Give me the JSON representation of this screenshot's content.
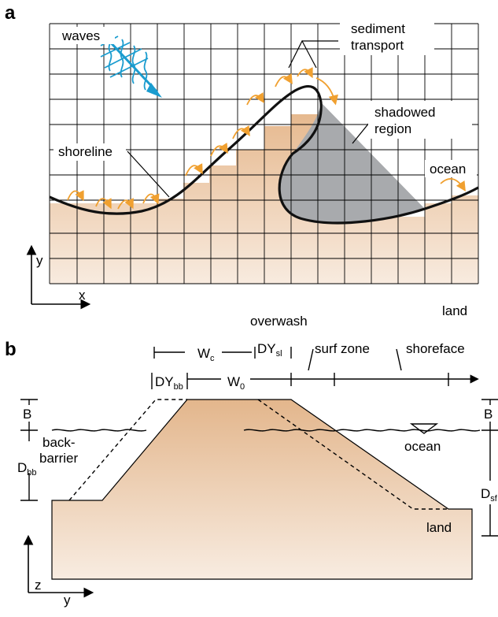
{
  "panel_a": {
    "label": "a",
    "waves": "waves",
    "sediment_line1": "sediment",
    "sediment_line2": "transport",
    "shadowed_line1": "shadowed",
    "shadowed_line2": "region",
    "shoreline": "shoreline",
    "ocean": "ocean",
    "axis_y": "y",
    "axis_x": "x",
    "land": "land"
  },
  "overwash": "overwash",
  "panel_b": {
    "label": "b",
    "wc_main": "W",
    "wc_sub": "c",
    "dysl_main": "DY",
    "dysl_sub": "sl",
    "surf_zone": "surf zone",
    "shoreface": "shoreface",
    "dybb_main": "DY",
    "dybb_sub": "bb",
    "w0_main": "W",
    "w0_sub": "0",
    "b_left": "B",
    "b_right": "B",
    "back_line1": "back-",
    "back_line2": "barrier",
    "dbb_main": "D",
    "dbb_sub": "bb",
    "ocean": "ocean",
    "dsf_main": "D",
    "dsf_sub": "sf",
    "land": "land",
    "axis_z": "z",
    "axis_y": "y"
  },
  "colors": {
    "sand_top": "#e6b98f",
    "sand_bottom": "#f7e9dc",
    "shadow": "#a8aaad",
    "arrow": "#f0a030",
    "waves": "#1a9ccf"
  }
}
